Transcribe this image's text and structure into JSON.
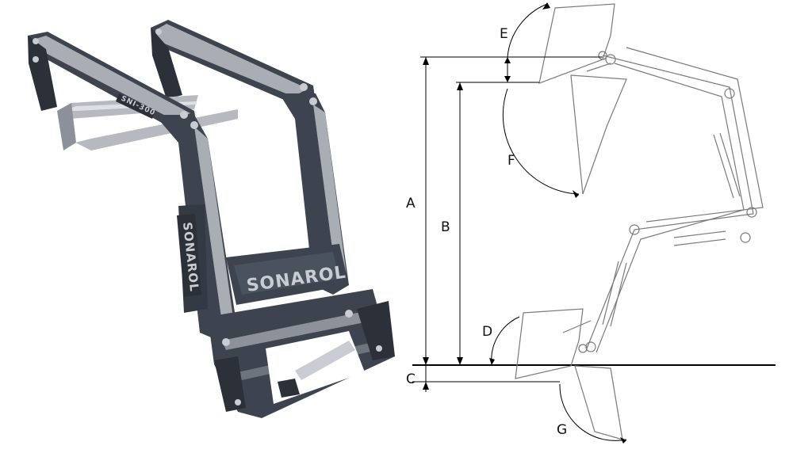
{
  "render": {
    "brand": "SONAROL",
    "model": "SNI-300"
  },
  "dimensions": {
    "A": "A",
    "B": "B",
    "C": "C",
    "D": "D",
    "E": "E",
    "F": "F",
    "G": "G"
  },
  "colors": {
    "frame": "#3d444f",
    "frame_dark": "#2b3039",
    "arm_light": "#a9adb4",
    "line": "#000000",
    "drawing": "#7a7a7a"
  }
}
